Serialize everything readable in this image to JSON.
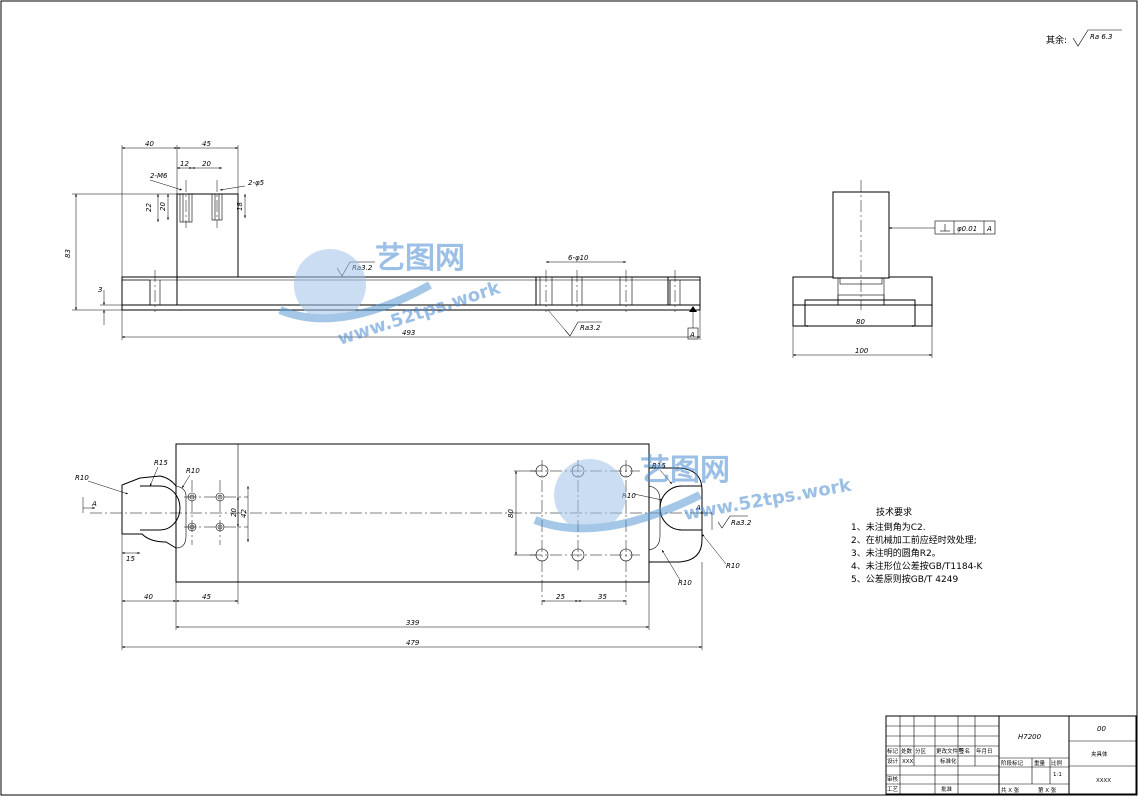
{
  "surface_note": {
    "prefix": "其余:",
    "value": "Ra 6.3"
  },
  "front_view": {
    "dims": {
      "d40": "40",
      "d45": "45",
      "d12": "12",
      "d20": "20",
      "hole_m": "2-M6",
      "hole_phi": "2-φ5",
      "d22": "22",
      "d20v": "20",
      "d18": "18",
      "d83": "83",
      "d3": "3",
      "d493": "493",
      "d6phi": "6-φ10"
    },
    "ra_top": "Ra3.2",
    "ra_bottom": "Ra3.2",
    "datum": "A"
  },
  "side_view": {
    "d80": "80",
    "d100": "100",
    "tol_value": "φ0.01",
    "tol_datum": "A"
  },
  "top_view": {
    "dims": {
      "r10a": "R10",
      "r15a": "R15",
      "r10b": "R10",
      "d15": "15",
      "d20": "20",
      "d42": "42",
      "d40": "40",
      "d45": "45",
      "r15b": "R15",
      "r10c": "R10",
      "d80": "80",
      "r10d": "R10",
      "r10e": "R10",
      "d25": "25",
      "d35": "35",
      "d339": "339",
      "d479": "479"
    },
    "section_a": "A",
    "ra_right": "Ra3.2",
    "arrow_a": "A"
  },
  "tech_notes": {
    "title": "技术要求",
    "items": [
      "1、未注倒角为C2.",
      "2、在机械加工前应经时效处理;",
      "3、未注明的圆角R2。",
      "4、未注形位公差按GB/T1184-K",
      "5、公差原则按GB/T 4249"
    ]
  },
  "title_block": {
    "drawing_no": "H7200",
    "code": "00",
    "part_name": "夹具体",
    "scale": "1:1",
    "material": "XXXX",
    "labels": {
      "mark": "标记",
      "count": "处数",
      "zone": "分区",
      "change": "更改文件号",
      "sign": "签名",
      "date": "年月日",
      "design": "设计",
      "standard": "标准化",
      "stage": "阶段标记",
      "weight": "重量",
      "ratio": "比例",
      "review": "审核",
      "process": "工艺",
      "approve": "批准",
      "total": "共 X 张",
      "sheet": "第 X 张",
      "design_val": "XXX"
    }
  },
  "watermark": {
    "brand": "艺图网",
    "url": "www.52tps.work"
  }
}
